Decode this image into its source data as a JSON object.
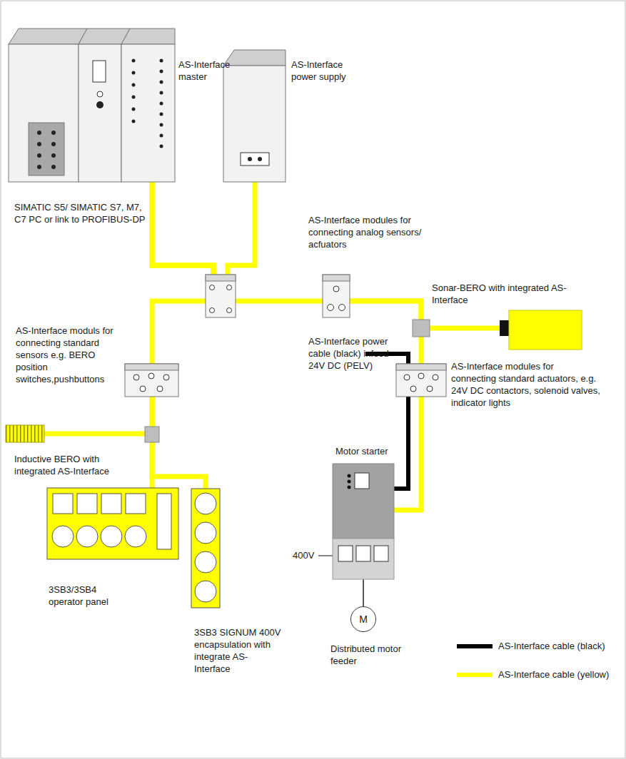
{
  "diagram": {
    "nodes": [
      {
        "text": [
          "AS-Interface master",
          "SIMATIC S5/ SIMATIC S7, M7, C7 PC or link to PROFIBUS-DP"
        ]
      },
      {
        "text": [
          "AS-Interface power supply"
        ]
      },
      {
        "text": [
          "AS-Interface modules for connecting analog sensors/ acfuators"
        ]
      },
      {
        "text": [
          "Sonar-BERO with integrated AS-Interface"
        ]
      },
      {
        "text": [
          "AS-Interface moduls for connecting standard sensors e.g. BERO position switches,pushbuttons"
        ]
      },
      {
        "text": [
          "AS-Interface modules for connecting standard actuators, e.g. 24V DC contactors, solenoid valves, indicator lights"
        ]
      },
      {
        "text": [
          "Inductive BERO with integrated AS-Interface"
        ]
      },
      {
        "text": [
          "3SB3/3SB4 operator panel"
        ]
      },
      {
        "text": [
          "3SB3 SIGNUM 400V encapsulation with integrate AS-Interface"
        ]
      },
      {
        "text": [
          "Motor starter"
        ]
      },
      {
        "text": [
          "M",
          "Distributed motor feeder"
        ]
      }
    ],
    "edges": [
      {
        "from": 0,
        "to": 1,
        "arrow": "none"
      },
      {
        "from": 0,
        "to": 4,
        "arrow": "none"
      },
      {
        "from": 0,
        "to": 2,
        "arrow": "none"
      },
      {
        "from": 2,
        "to": 3,
        "arrow": "none"
      },
      {
        "from": 2,
        "to": 5,
        "arrow": "none"
      },
      {
        "from": 5,
        "to": 9,
        "arrow": "none"
      },
      {
        "from": 4,
        "to": 6,
        "arrow": "none"
      },
      {
        "from": 4,
        "to": 7,
        "arrow": "none"
      },
      {
        "from": 4,
        "to": 8,
        "arrow": "none"
      },
      {
        "from": 9,
        "to": 10,
        "arrow": "none"
      }
    ],
    "labels": [
      "AS-Interface power cable (black) infeed 24V DC (PELV)",
      "400V"
    ],
    "legend": [
      {
        "text": "AS-Interface cable (black)"
      },
      {
        "text": "AS-Interface cable (yellow)"
      }
    ]
  }
}
